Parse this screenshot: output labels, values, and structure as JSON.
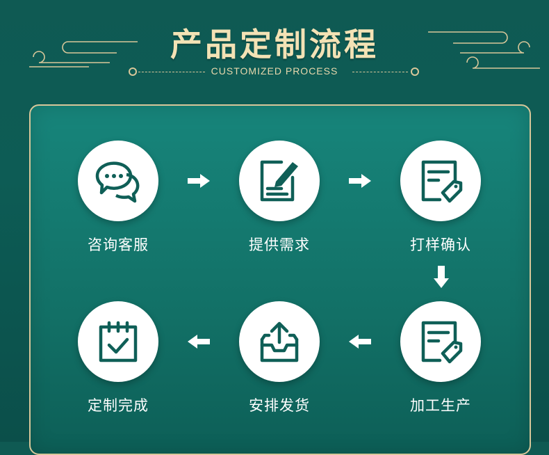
{
  "header": {
    "title": "产品定制流程",
    "subtitle": "CUSTOMIZED PROCESS"
  },
  "colors": {
    "background": "#0d5c55",
    "gold": "#d8c79a",
    "icon": "#0f5f57",
    "text": "#ffffff"
  },
  "steps": [
    {
      "label": "咨询客服",
      "icon": "chat-bubbles-icon"
    },
    {
      "label": "提供需求",
      "icon": "edit-document-icon"
    },
    {
      "label": "打样确认",
      "icon": "document-tag-icon"
    },
    {
      "label": "加工生产",
      "icon": "document-tag-icon"
    },
    {
      "label": "安排发货",
      "icon": "inbox-upload-icon"
    },
    {
      "label": "定制完成",
      "icon": "calendar-check-icon"
    }
  ]
}
